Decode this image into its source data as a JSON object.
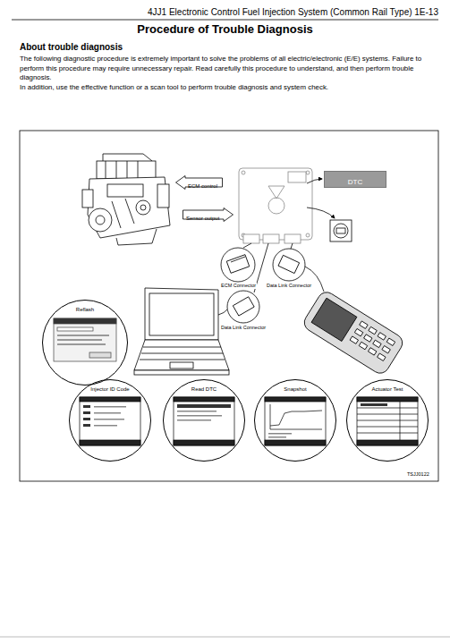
{
  "diagram": {
    "title": "Procedure of Trouble Diagnosis",
    "nodes": [
      {
        "text": [
          "ECM control"
        ]
      },
      {
        "text": [
          "Sensor output"
        ]
      },
      {
        "text": [
          "DTC"
        ]
      },
      {
        "text": [
          "Reflash"
        ]
      },
      {
        "text": [
          "Injector ID Code"
        ]
      },
      {
        "text": [
          "Read DTC"
        ]
      },
      {
        "text": [
          "Snapshot"
        ]
      },
      {
        "text": [
          "Actuator Test"
        ]
      }
    ],
    "labels": [
      "4JJ1 Electronic Control Fuel Injection System (Common Rail Type) 1E-13",
      "About trouble diagnosis",
      "The following diagnostic procedure is extremely important to solve the problems of all electric/electronic (E/E) systems. Failure to perform this procedure may require unnecessary repair. Read carefully this procedure to understand, and then perform trouble diagnosis.",
      "In addition, use the effective function or a scan tool to perform trouble diagnosis and system check.",
      "ECM Connector",
      "Data Link Connector",
      "Data Link Connector",
      "TSJJ0122"
    ]
  }
}
